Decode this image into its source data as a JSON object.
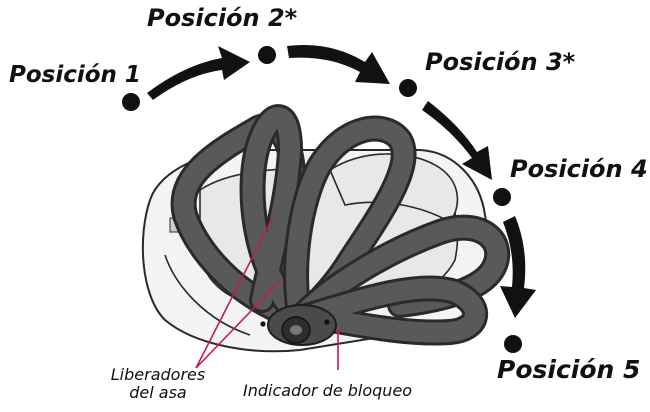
{
  "positions": [
    {
      "label": "Posición 1"
    },
    {
      "label": "Posición 2*"
    },
    {
      "label": "Posición 3*"
    },
    {
      "label": "Posición 4"
    },
    {
      "label": "Posición 5"
    }
  ],
  "callouts": {
    "handle_release_line1": "Liberadores",
    "handle_release_line2": "del asa",
    "lock_indicator": "Indicador de bloqueo"
  }
}
